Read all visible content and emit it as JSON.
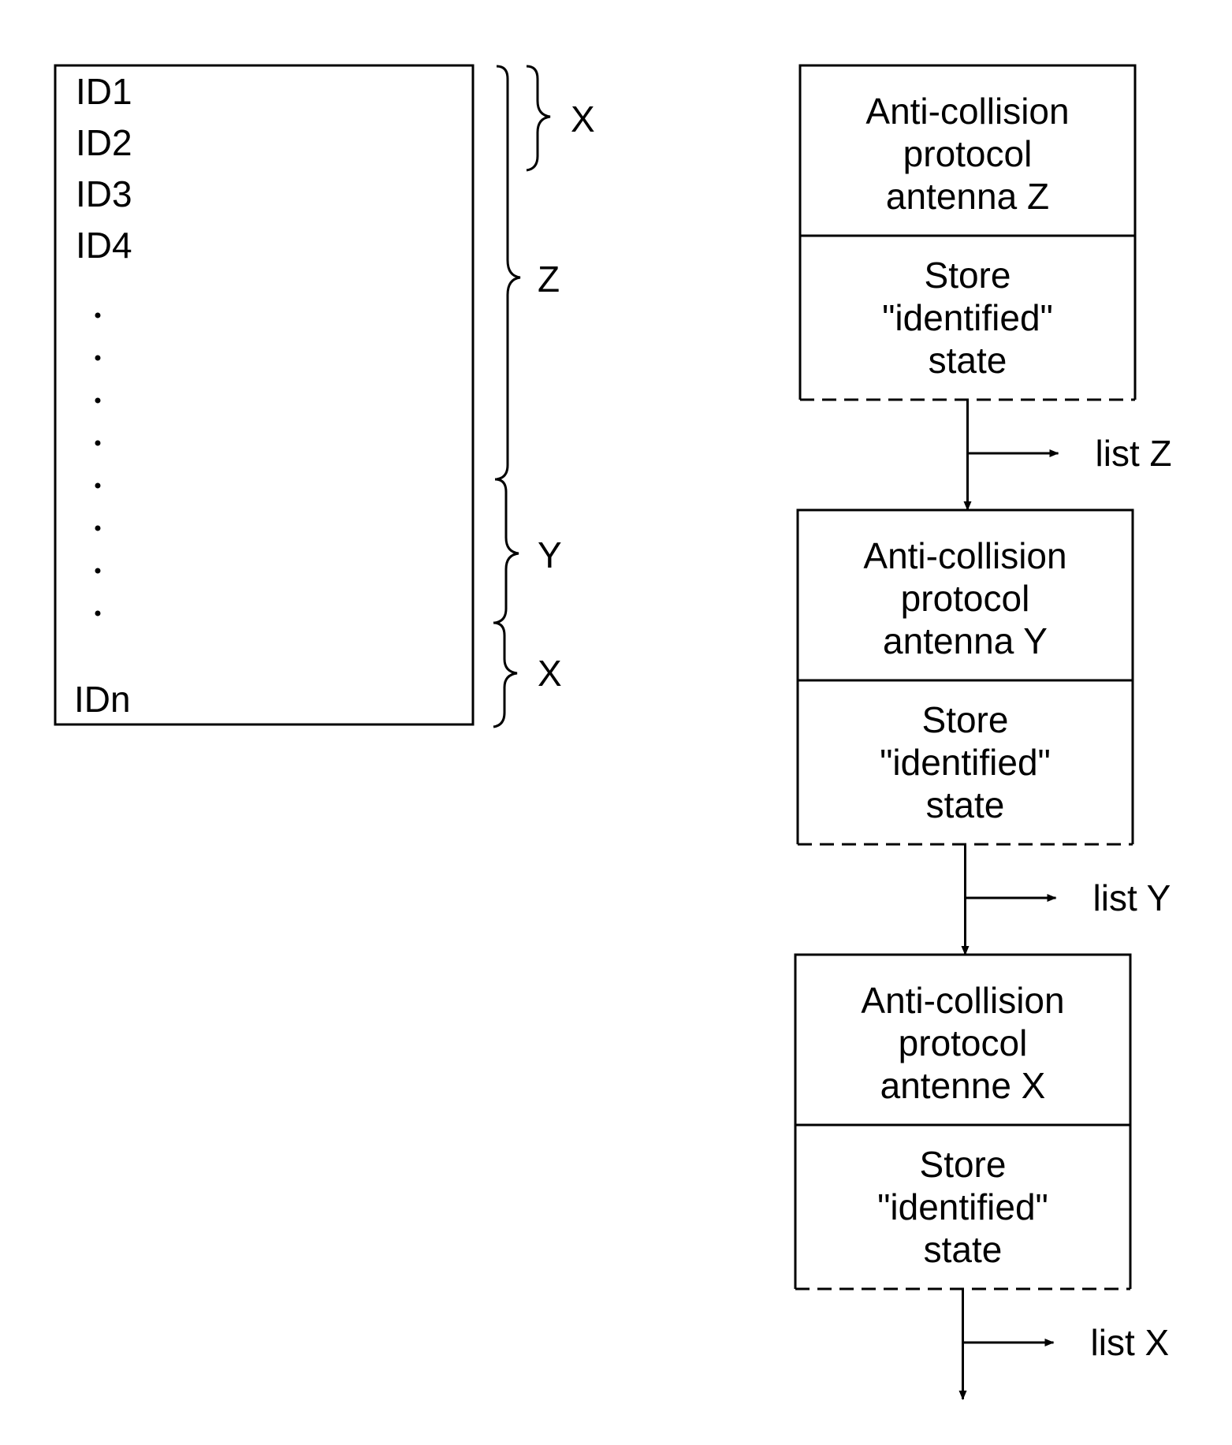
{
  "id_list": {
    "items": [
      "ID1",
      "ID2",
      "ID3",
      "ID4"
    ],
    "last_item": "IDn",
    "ellipsis_dots": 8
  },
  "braces": {
    "x_top": "X",
    "z": "Z",
    "y": "Y",
    "x_bottom": "X"
  },
  "flow_steps": [
    {
      "protocol_lines": [
        "Anti-collision",
        "protocol",
        "antenna Z"
      ],
      "store_lines": [
        "Store",
        "\"identified\"",
        "state"
      ],
      "output_label": "list Z"
    },
    {
      "protocol_lines": [
        "Anti-collision",
        "protocol",
        "antenna Y"
      ],
      "store_lines": [
        "Store",
        "\"identified\"",
        "state"
      ],
      "output_label": "list Y"
    },
    {
      "protocol_lines": [
        "Anti-collision",
        "protocol",
        "antenne X"
      ],
      "store_lines": [
        "Store",
        "\"identified\"",
        "state"
      ],
      "output_label": "list X"
    }
  ]
}
